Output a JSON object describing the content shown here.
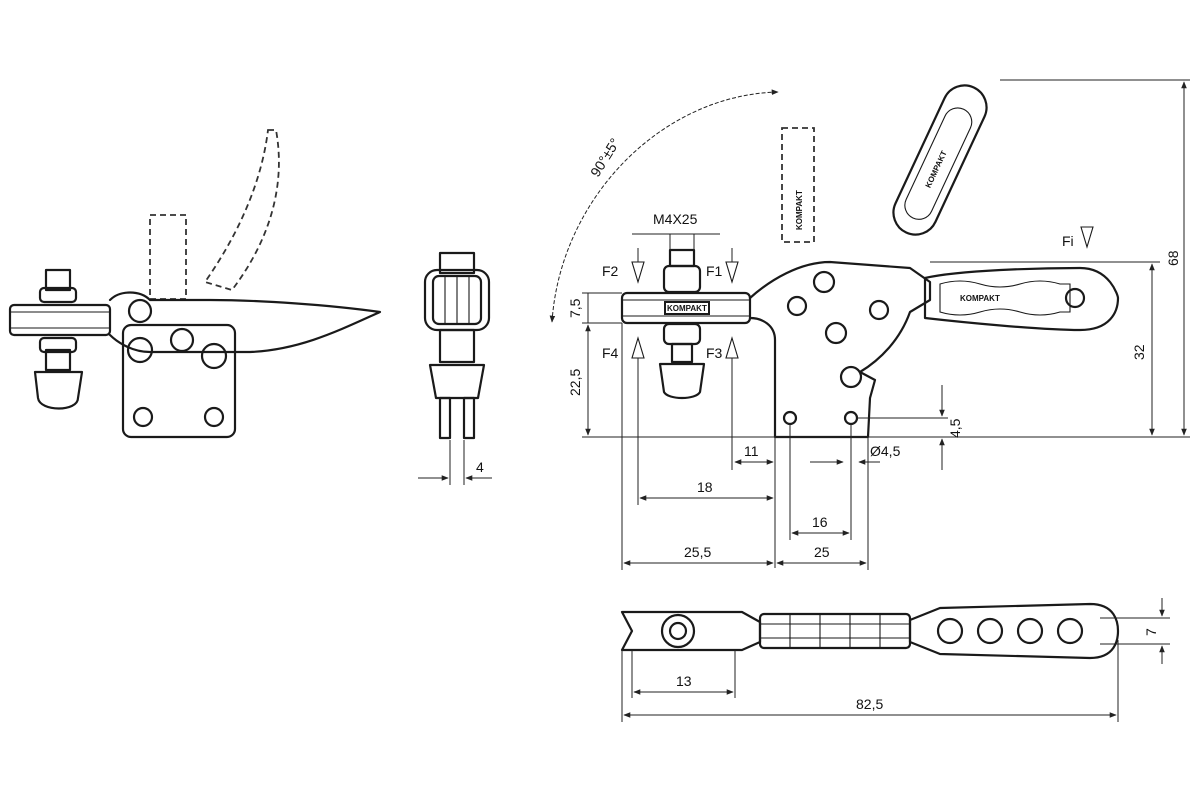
{
  "dimensions": {
    "jaw_width": "4",
    "angle": "90°±5°",
    "thread": "M4X25",
    "force_f1": "F1",
    "force_f2": "F2",
    "force_f3": "F3",
    "force_f4": "F4",
    "force_fi": "Fi",
    "height_7_5": "7,5",
    "height_22_5": "22,5",
    "dist_11": "11",
    "dist_18": "18",
    "dist_16": "16",
    "dist_25_5": "25,5",
    "dist_25": "25",
    "hole_4_5": "4,5",
    "hole_dia": "Ø4,5",
    "height_32": "32",
    "height_68": "68",
    "dist_13": "13",
    "length_82_5": "82,5",
    "thickness_7": "7"
  },
  "branding": {
    "arm_label": "KOMPAKT",
    "grip_label": "KOMPAKT"
  }
}
